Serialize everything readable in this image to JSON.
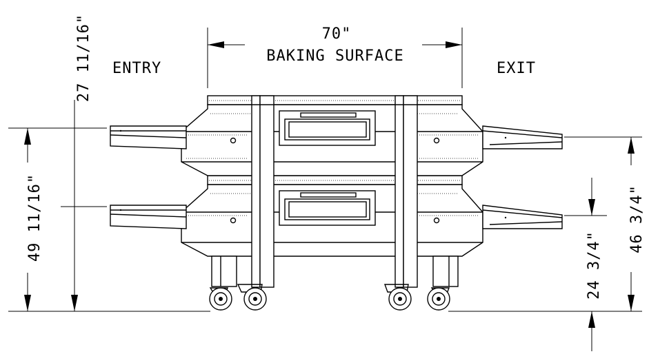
{
  "top_dimension": {
    "value": "70\"",
    "label": "BAKING SURFACE"
  },
  "labels": {
    "entry": "ENTRY",
    "exit": "EXIT"
  },
  "dimensions": {
    "overall_top": "27 11/16\"",
    "left_height": "49 11/16\"",
    "right_upper": "46 3/4\"",
    "right_lower": "24 3/4\""
  },
  "colors": {
    "line": "#000000",
    "background": "#ffffff"
  }
}
